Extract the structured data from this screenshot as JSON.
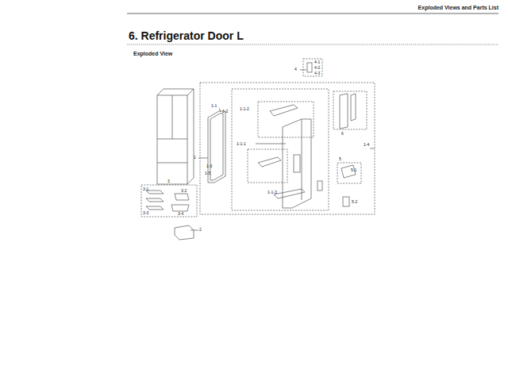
{
  "diagram": {
    "title": "6. Refrigerator Door L",
    "labels": [
      "Exploded Views and Parts List",
      "Exploded View",
      "1",
      "1-1",
      "1-2",
      "1-3",
      "1-5",
      "1-4",
      "2",
      "3",
      "3-1",
      "3-2",
      "3-3",
      "3-4",
      "4",
      "4-1",
      "4-2",
      "4-3",
      "5",
      "5-1",
      "5-2",
      "6",
      "1-1-1",
      "1-1-2",
      "1-1-3"
    ]
  }
}
